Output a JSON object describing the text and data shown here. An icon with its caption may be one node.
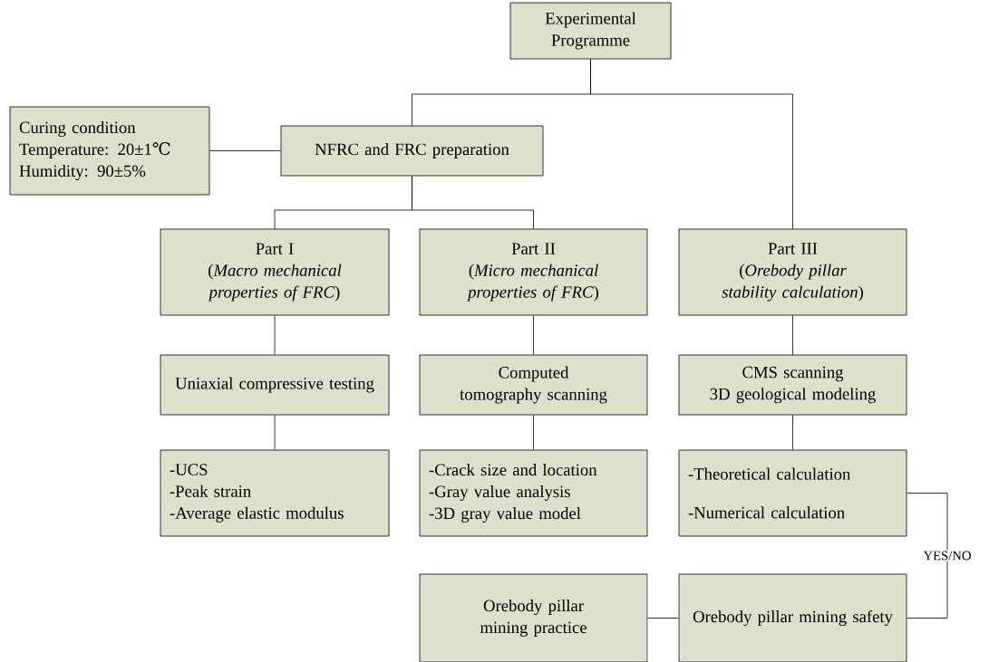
{
  "diagram": {
    "nodes": [
      {
        "text": [
          "Experimental Programme"
        ]
      },
      {
        "text": [
          "NFRC and FRC preparation"
        ]
      },
      {
        "text": [
          "Curing condition",
          "Temperature: 20±1℃",
          "Humidity: 90±5%"
        ]
      },
      {
        "text": [
          "Part I",
          "(*Macro mechanical properties of FRC*)"
        ]
      },
      {
        "text": [
          "Part II",
          "(*Micro mechanical properties of FRC*)"
        ]
      },
      {
        "text": [
          "Part III",
          "(*Orebody pillar stability calculation*)"
        ]
      },
      {
        "text": [
          "Uniaxial compressive testing"
        ]
      },
      {
        "text": [
          "Computed tomography scanning"
        ]
      },
      {
        "text": [
          "CMS scanning",
          "3D geological modeling"
        ]
      },
      {
        "text": [
          "-UCS",
          "-Peak strain",
          "-Average elastic modulus"
        ]
      },
      {
        "text": [
          "-Crack size and location",
          "-Gray value analysis",
          "-3D gray value model"
        ]
      },
      {
        "text": [
          "-Theoretical calculation",
          "-Numerical calculation"
        ]
      },
      {
        "text": [
          "Orebody pillar mining practice"
        ]
      },
      {
        "text": [
          "Orebody pillar mining safety"
        ]
      }
    ],
    "edges": [
      {
        "from": 0,
        "to": 1,
        "arrow": "none"
      },
      {
        "from": 0,
        "to": 5,
        "arrow": "none"
      },
      {
        "from": 2,
        "to": 1,
        "arrow": "none"
      },
      {
        "from": 1,
        "to": 3,
        "arrow": "none"
      },
      {
        "from": 1,
        "to": 4,
        "arrow": "none"
      },
      {
        "from": 3,
        "to": 6,
        "arrow": "none"
      },
      {
        "from": 4,
        "to": 7,
        "arrow": "none"
      },
      {
        "from": 5,
        "to": 8,
        "arrow": "none"
      },
      {
        "from": 6,
        "to": 9,
        "arrow": "none"
      },
      {
        "from": 7,
        "to": 10,
        "arrow": "none"
      },
      {
        "from": 8,
        "to": 11,
        "arrow": "none"
      },
      {
        "from": 11,
        "to": 13,
        "arrow": "none",
        "label": "YES/NO"
      },
      {
        "from": 13,
        "to": 12,
        "arrow": "none"
      }
    ]
  }
}
